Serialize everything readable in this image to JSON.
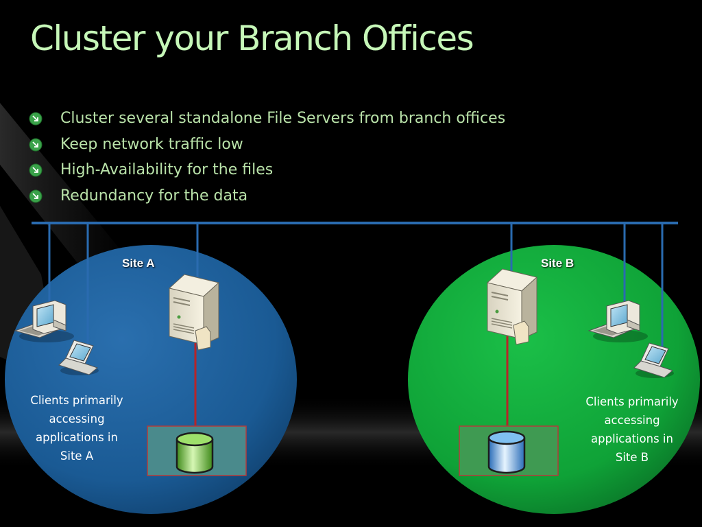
{
  "colors": {
    "background": "#000000",
    "title": "#c6f7b8",
    "bullet_text": "#b9e2a9",
    "backbone": "#2a6bb0",
    "site_a_fill": "#1a5a94",
    "site_b_fill": "#0fa237",
    "replication_link": "#b72428"
  },
  "title": "Cluster your Branch Offices",
  "bullets": [
    {
      "text": "Cluster several standalone File Servers from branch offices",
      "icon": "arrow-bullet-icon"
    },
    {
      "text": "Keep network traffic low",
      "icon": "arrow-bullet-icon"
    },
    {
      "text": "High-Availability for the files",
      "icon": "arrow-bullet-icon"
    },
    {
      "text": "Redundancy for the data",
      "icon": "arrow-bullet-icon"
    }
  ],
  "sites": [
    {
      "label": "Site A",
      "caption": [
        "Clients primarily",
        "accessing",
        "applications in",
        "Site A"
      ],
      "storage_color": "green",
      "icons": [
        "desktop-computer-icon",
        "laptop-icon",
        "file-server-icon",
        "disk-storage-icon"
      ]
    },
    {
      "label": "Site B",
      "caption": [
        "Clients primarily",
        "accessing",
        "applications in",
        "Site B"
      ],
      "storage_color": "blue",
      "icons": [
        "desktop-computer-icon",
        "laptop-icon",
        "file-server-icon",
        "disk-storage-icon"
      ]
    }
  ]
}
